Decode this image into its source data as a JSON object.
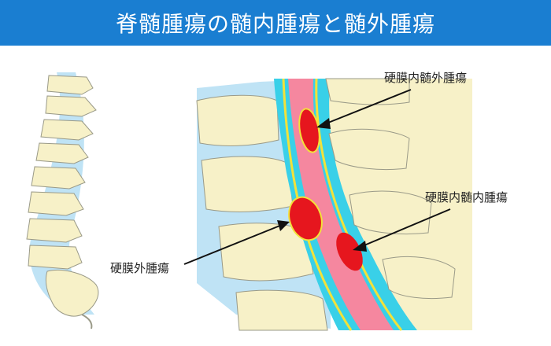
{
  "title": "脊髄腫瘍の髄内腫瘍と髄外腫瘍",
  "labels": {
    "intradural_extramedullary": "硬膜内髄外腫瘍",
    "intramedullary": "硬膜内髄内腫瘍",
    "extradural": "硬膜外腫瘍"
  },
  "colors": {
    "banner": "#1a7ed1",
    "bone": "#f7f1c8",
    "bone_outline": "#9a9a88",
    "disc": "#bfe3f5",
    "csf": "#39d0e8",
    "spinal_cord": "#f5879f",
    "dura": "#f2e23a",
    "tumor": "#e6161e"
  }
}
